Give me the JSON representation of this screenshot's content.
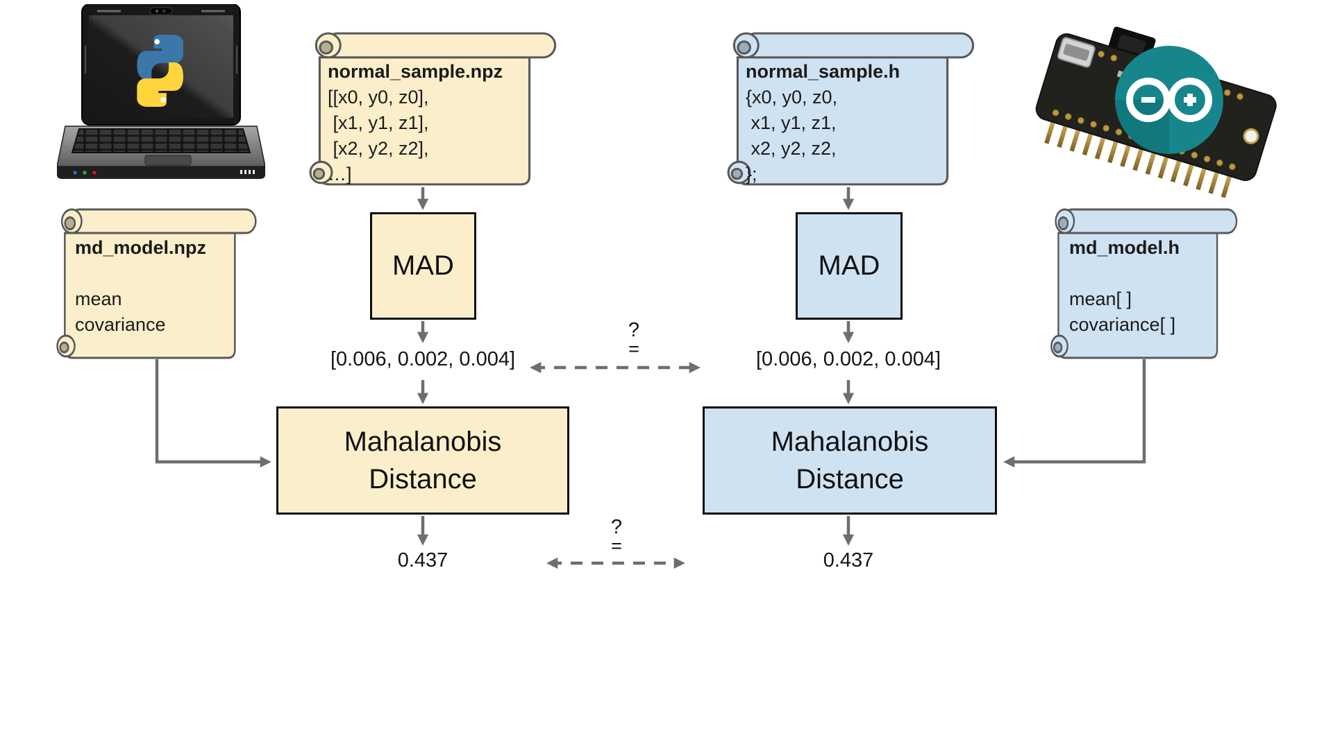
{
  "colors": {
    "cream_fill": "#FBEFCB",
    "blue_fill": "#CFE2F2",
    "scroll_border": "#58585A",
    "box_border": "#0D0D0D",
    "arrow_gray": "#6E6E6E",
    "arduino_teal": "#17868C",
    "python_blue": "#3B77A8",
    "python_yellow": "#FFD43D"
  },
  "icons": {
    "python_logo": "python-logo-icon",
    "arduino_logo": "arduino-infinity-logo-icon"
  },
  "left_pipeline": {
    "sample_file": {
      "title": "normal_sample.npz",
      "lines": [
        "[[x0, y0, z0],",
        " [x1, y1, z1],",
        " [x2, y2, z2],",
        "…]"
      ]
    },
    "model_file": {
      "title": "md_model.npz",
      "lines": [
        "mean",
        "covariance"
      ]
    },
    "mad_label": "MAD",
    "mad_output": "[0.006, 0.002, 0.004]",
    "distance_label": "Mahalanobis Distance",
    "result": "0.437"
  },
  "right_pipeline": {
    "sample_file": {
      "title": "normal_sample.h",
      "lines": [
        "{x0, y0, z0,",
        " x1, y1, z1,",
        " x2, y2, z2,",
        "};"
      ]
    },
    "model_file": {
      "title": "md_model.h",
      "lines": [
        "mean[ ]",
        "covariance[ ]"
      ]
    },
    "mad_label": "MAD",
    "mad_output": "[0.006, 0.002, 0.004]",
    "distance_label": "Mahalanobis Distance",
    "result": "0.437"
  },
  "comparisons": [
    {
      "question": "?",
      "equals": "="
    },
    {
      "question": "?",
      "equals": "="
    }
  ]
}
